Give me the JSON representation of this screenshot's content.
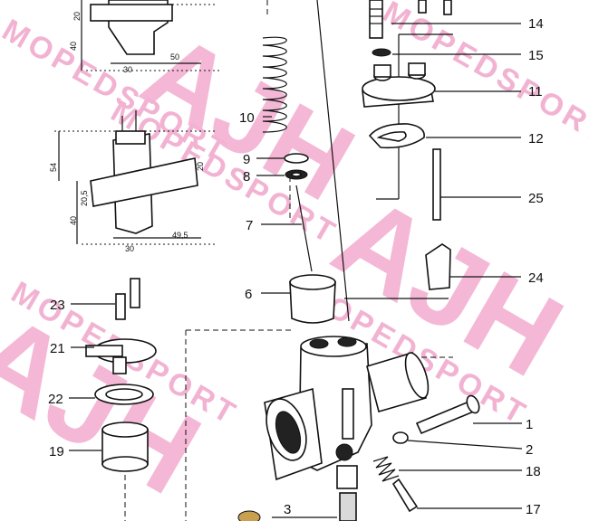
{
  "watermark": {
    "brand": "AJH",
    "text_a": "MOPEDSPORT",
    "text_b": "MOPEDSPORT"
  },
  "dimensions": {
    "top": {
      "d40": "40",
      "d30": "30",
      "d50": "50",
      "d20": "20"
    },
    "middle": {
      "d54": "54",
      "d20_5": "20,5",
      "d40": "40",
      "d30": "30",
      "d49_5": "49,5",
      "d20": "20"
    }
  },
  "parts": [
    {
      "id": "p14",
      "label": "14"
    },
    {
      "id": "p15",
      "label": "15"
    },
    {
      "id": "p11",
      "label": "11"
    },
    {
      "id": "p12",
      "label": "12"
    },
    {
      "id": "p25",
      "label": "25"
    },
    {
      "id": "p24",
      "label": "24"
    },
    {
      "id": "p10",
      "label": "10"
    },
    {
      "id": "p9",
      "label": "9"
    },
    {
      "id": "p8",
      "label": "8"
    },
    {
      "id": "p7",
      "label": "7"
    },
    {
      "id": "p6",
      "label": "6"
    },
    {
      "id": "p23",
      "label": "23"
    },
    {
      "id": "p21",
      "label": "21"
    },
    {
      "id": "p22",
      "label": "22"
    },
    {
      "id": "p19",
      "label": "19"
    },
    {
      "id": "p1",
      "label": "1"
    },
    {
      "id": "p2",
      "label": "2"
    },
    {
      "id": "p18",
      "label": "18"
    },
    {
      "id": "p3",
      "label": "3"
    },
    {
      "id": "p17",
      "label": "17"
    }
  ]
}
